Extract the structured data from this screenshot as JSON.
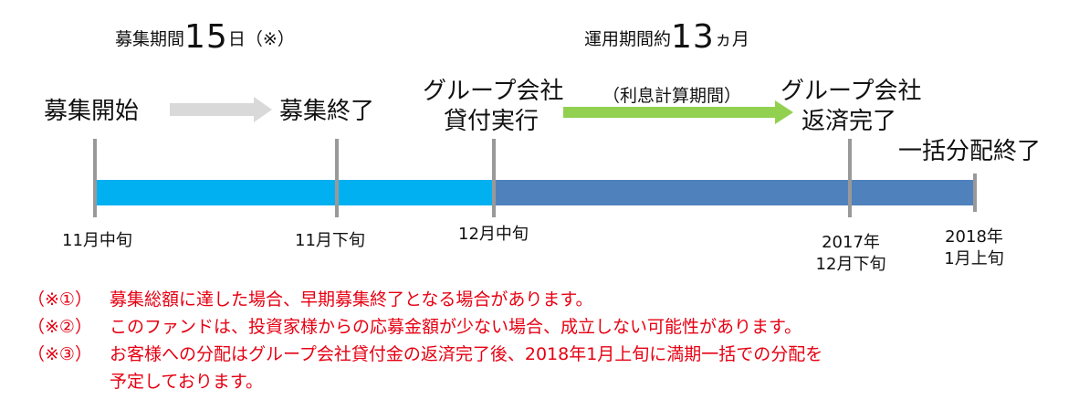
{
  "header": {
    "recruit_period": {
      "prefix": "募集期間",
      "number": "15",
      "suffix": "日（※）"
    },
    "operation_period": {
      "prefix": "運用期間約",
      "number": "13",
      "suffix": "ヵ月"
    },
    "interest_period": "（利息計算期間）"
  },
  "milestones": {
    "recruit_start": "募集開始",
    "recruit_end": "募集終了",
    "loan_exec": [
      "グループ会社",
      "貸付実行"
    ],
    "repay_done": [
      "グループ会社",
      "返済完了"
    ],
    "distribution_end": "一括分配終了"
  },
  "dates": {
    "d1": [
      "11月中旬"
    ],
    "d2": [
      "11月下旬"
    ],
    "d3": [
      "12月中旬"
    ],
    "d4": [
      "2017年",
      "12月下旬"
    ],
    "d5": [
      "2018年",
      "1月上旬"
    ]
  },
  "colors": {
    "recruit_bar": "#00b0f0",
    "operation_bar": "#4f81bd",
    "gray_arrow": "#d9d9d9",
    "green_arrow": "#92d050",
    "tick": "#999999",
    "note_red": "#e60012"
  },
  "notes": [
    {
      "mark": "（※①）",
      "lines": [
        "募集総額に達した場合、早期募集終了となる場合があります。"
      ]
    },
    {
      "mark": "（※②）",
      "lines": [
        "このファンドは、投資家様からの応募金額が少ない場合、成立しない可能性があります。"
      ]
    },
    {
      "mark": "（※③）",
      "lines": [
        "お客様への分配はグループ会社貸付金の返済完了後、2018年1月上旬に満期一括での分配を",
        "予定しております。"
      ]
    }
  ]
}
